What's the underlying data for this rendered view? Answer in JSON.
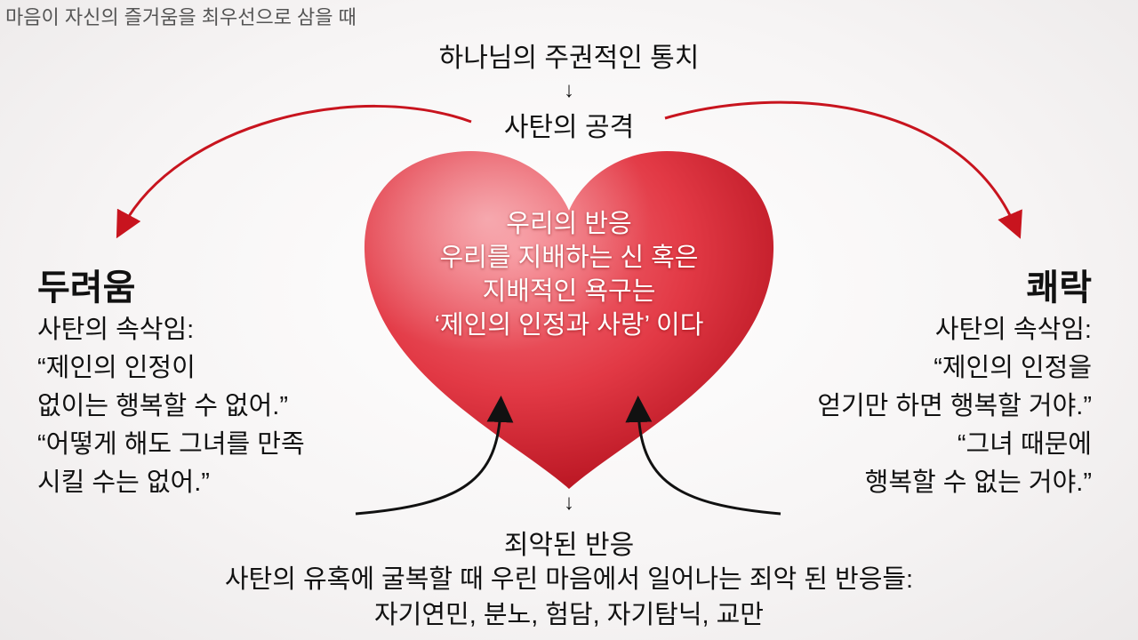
{
  "slide_title": "마음이 자신의 즐거움을 최우선으로 삼을 때",
  "top": {
    "title": "하나님의 주권적인 통치",
    "arrow": "↓",
    "attack": "사탄의 공격"
  },
  "heart": {
    "lines": [
      "우리의 반응",
      "우리를 지배하는 신  혹은",
      "지배적인 욕구는",
      "‘제인의 인정과 사랑’ 이다"
    ]
  },
  "left": {
    "heading": "두려움",
    "lines": [
      "사탄의 속삭임:",
      "“제인의 인정이",
      "없이는 행복할 수 없어.”",
      "“어떻게 해도 그녀를 만족",
      "시킬 수는 없어.”"
    ]
  },
  "right": {
    "heading": "쾌락",
    "lines": [
      "사탄의 속삭임:",
      "“제인의 인정을",
      "얻기만 하면 행복할 거야.”",
      "“그녀 때문에",
      "행복할 수 없는 거야.”"
    ]
  },
  "bottom": {
    "arrow": "↓",
    "title": "죄악된 반응",
    "description": "사탄의 유혹에 굴복할 때 우린 마음에서 일어나는 죄악 된 반응들:",
    "list": "자기연민, 분노, 험담, 자기탐닉, 교만"
  },
  "colors": {
    "heart_light": "#f4737d",
    "heart_mid": "#e23945",
    "heart_dark": "#b5121f",
    "red_arrow": "#c8141e",
    "black_arrow": "#111111"
  }
}
